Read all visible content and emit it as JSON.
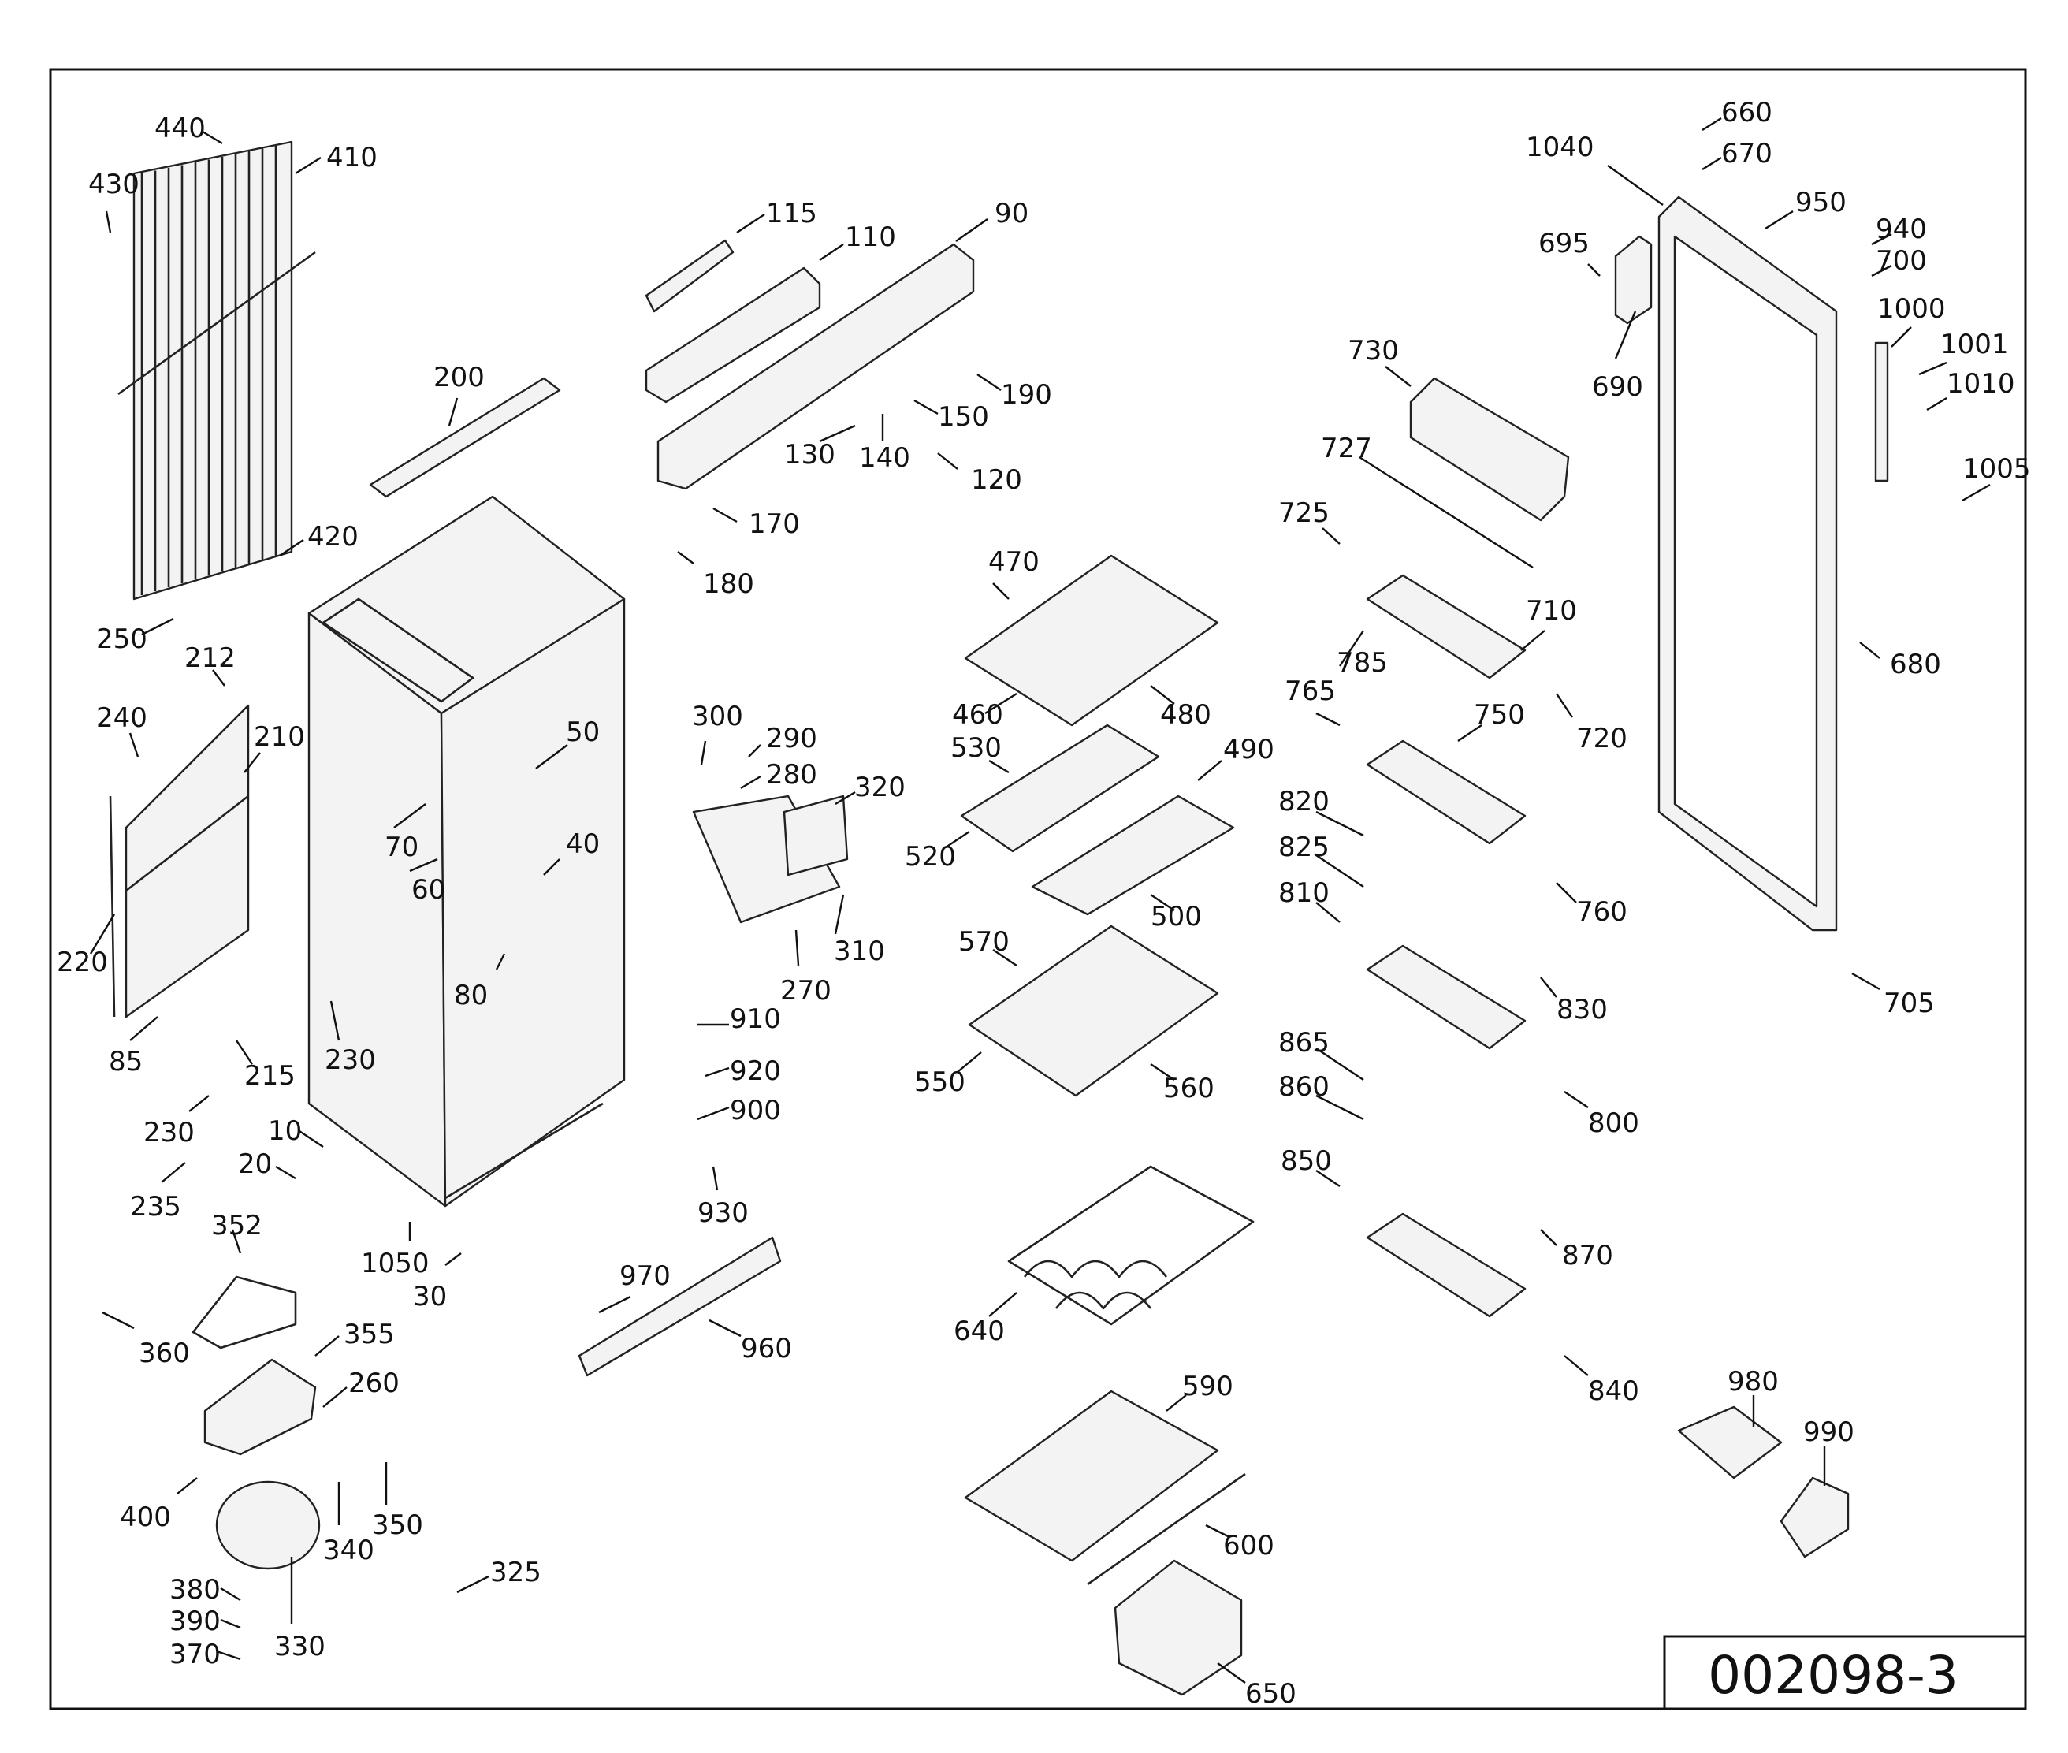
{
  "diagram": {
    "code": "002098-3",
    "labels": [
      "440",
      "410",
      "430",
      "115",
      "110",
      "90",
      "660",
      "670",
      "1040",
      "950",
      "940",
      "700",
      "695",
      "690",
      "1000",
      "1001",
      "1010",
      "1005",
      "730",
      "727",
      "725",
      "710",
      "785",
      "720",
      "765",
      "750",
      "200",
      "190",
      "150",
      "130",
      "140",
      "120",
      "170",
      "180",
      "420",
      "250",
      "212",
      "240",
      "210",
      "50",
      "70",
      "60",
      "40",
      "220",
      "80",
      "300",
      "290",
      "280",
      "320",
      "270",
      "310",
      "470",
      "460",
      "480",
      "530",
      "490",
      "520",
      "500",
      "570",
      "550",
      "560",
      "820",
      "825",
      "810",
      "760",
      "830",
      "800",
      "865",
      "860",
      "850",
      "870",
      "840",
      "680",
      "705",
      "85",
      "215",
      "230",
      "230",
      "235",
      "10",
      "20",
      "352",
      "1050",
      "30",
      "360",
      "355",
      "260",
      "400",
      "340",
      "350",
      "380",
      "390",
      "370",
      "330",
      "325",
      "910",
      "920",
      "900",
      "930",
      "970",
      "960",
      "640",
      "590",
      "600",
      "650",
      "980",
      "990"
    ]
  }
}
